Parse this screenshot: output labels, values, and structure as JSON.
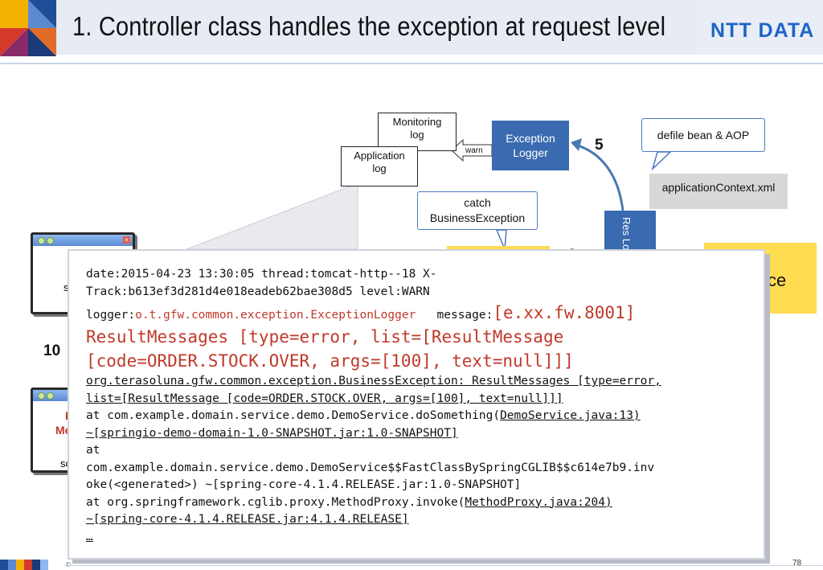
{
  "header": {
    "title": "1. Controller class handles the exception at request level",
    "brand": "NTT DATA"
  },
  "diagram": {
    "monitoring_log": [
      "Monitoring",
      "log"
    ],
    "application_log": [
      "Application",
      "log"
    ],
    "warn_label": "warn",
    "exception_logger": [
      "Exception",
      "Logger"
    ],
    "step_5": "5",
    "aop_callout": "defile bean & AOP",
    "app_context": "applicationContext.xml",
    "catch_callout": [
      "catch",
      "BusinessException"
    ],
    "result_logger_partial": "Res Logg",
    "service_partial": "ce",
    "step_10": "10",
    "left_window_1_partial": "s",
    "left_window_2_partial": [
      "R",
      "Me",
      "sc"
    ]
  },
  "log": {
    "line1": "date:2015-04-23 13:30:05 thread:tomcat-http--18 X-",
    "line2": "Track:b613ef3d281d4e018eadeb62bae308d5 level:WARN",
    "logger_prefix": "logger:",
    "logger_name": "o.t.gfw.common.exception.ExceptionLogger",
    "message_prefix": "message:",
    "message_code": "[e.xx.fw.8001]",
    "big_line2": "ResultMessages [type=error, list=[ResultMessage",
    "big_line3": "[code=ORDER.STOCK.OVER, args=[100], text=null]]]",
    "exc_line1": "org.terasoluna.gfw.common.exception.BusinessException: ResultMessages [type=error,",
    "exc_line2": "list=[ResultMessage [code=ORDER.STOCK.OVER, args=[100], text=null]]]",
    "at1_prefix": "at com.example.domain.service.demo.DemoService.doSomething(",
    "at1_link": "DemoService.java:13)",
    "at1_jar": "~[springio-demo-domain-1.0-SNAPSHOT.jar:1.0-SNAPSHOT]",
    "at2_prefix": "at",
    "at2_class": "com.example.domain.service.demo.DemoService$$FastClassBySpringCGLIB$$c614e7b9.inv",
    "at2_cont": "oke(<generated>) ~[spring-core-4.1.4.RELEASE.jar:1.0-SNAPSHOT]",
    "at3_prefix": "at org.springframework.cglib.proxy.MethodProxy.invoke(",
    "at3_link": "MethodProxy.java:204)",
    "at3_jar": "~[spring-core-4.1.4.RELEASE.jar:4.1.4.RELEASE]",
    "ellipsis": "…"
  },
  "footer": {
    "copyright_partial": "©",
    "page_number": "78"
  },
  "colors": {
    "header_band": "#e6ebf4",
    "brand_blue": "#1e64c8",
    "box_blue": "#3a6ab0",
    "highlight_yellow": "#ffdc50",
    "log_red": "#c0392b"
  }
}
